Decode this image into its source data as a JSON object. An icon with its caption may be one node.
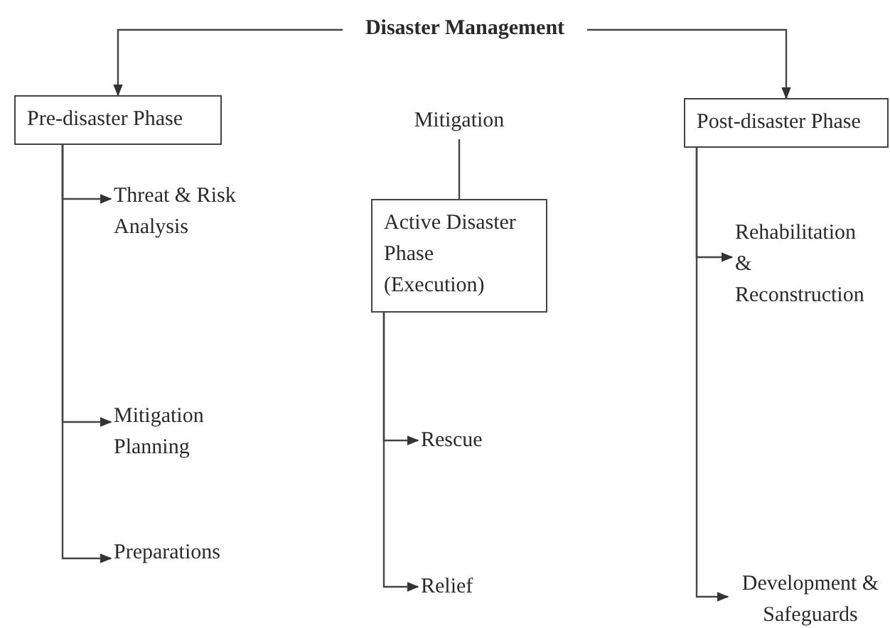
{
  "diagram": {
    "nodes": [
      {
        "text": [
          "Disaster Management"
        ]
      },
      {
        "text": [
          "Pre-disaster Phase"
        ]
      },
      {
        "text": [
          "Mitigation"
        ]
      },
      {
        "text": [
          "Post-disaster Phase"
        ]
      },
      {
        "text": [
          "Threat & Risk Analysis"
        ]
      },
      {
        "text": [
          "Mitigation Planning"
        ]
      },
      {
        "text": [
          "Preparations"
        ]
      },
      {
        "text": [
          "Active Disaster Phase (Execution)"
        ]
      },
      {
        "text": [
          "Rescue"
        ]
      },
      {
        "text": [
          "Relief"
        ]
      },
      {
        "text": [
          "Rehabilitation & Reconstruction"
        ]
      },
      {
        "text": [
          "Development & Safeguards"
        ]
      }
    ],
    "edges": [
      {
        "from": 0,
        "to": 1,
        "arrow": "to"
      },
      {
        "from": 0,
        "to": 3,
        "arrow": "to"
      },
      {
        "from": 2,
        "to": 7,
        "arrow": "none"
      },
      {
        "from": 1,
        "to": 4,
        "arrow": "to"
      },
      {
        "from": 1,
        "to": 5,
        "arrow": "to"
      },
      {
        "from": 1,
        "to": 6,
        "arrow": "to"
      },
      {
        "from": 7,
        "to": 8,
        "arrow": "to"
      },
      {
        "from": 7,
        "to": 9,
        "arrow": "to"
      },
      {
        "from": 3,
        "to": 10,
        "arrow": "to"
      },
      {
        "from": 3,
        "to": 11,
        "arrow": "to"
      }
    ]
  }
}
